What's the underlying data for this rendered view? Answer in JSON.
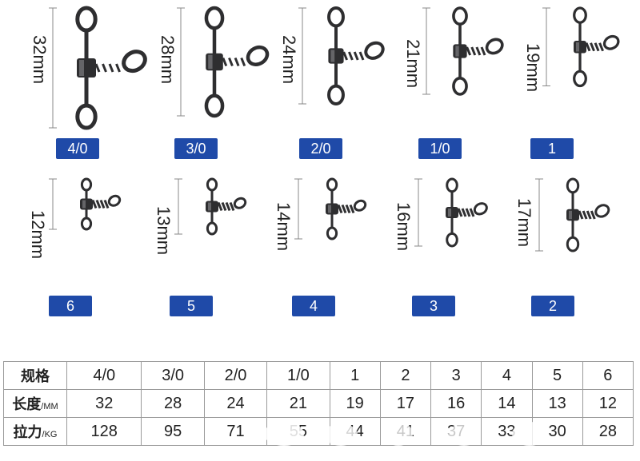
{
  "swivels": [
    {
      "size": "4/0",
      "length_label": "32mm"
    },
    {
      "size": "3/0",
      "length_label": "28mm"
    },
    {
      "size": "2/0",
      "length_label": "24mm"
    },
    {
      "size": "1/0",
      "length_label": "21mm"
    },
    {
      "size": "1",
      "length_label": "19mm"
    },
    {
      "size": "6",
      "length_label": "12mm"
    },
    {
      "size": "5",
      "length_label": "13mm"
    },
    {
      "size": "4",
      "length_label": "14mm"
    },
    {
      "size": "3",
      "length_label": "16mm"
    },
    {
      "size": "2",
      "length_label": "17mm"
    }
  ],
  "table": {
    "rows": [
      {
        "label": "规格",
        "unit": "",
        "values": [
          "4/0",
          "3/0",
          "2/0",
          "1/0",
          "1",
          "2",
          "3",
          "4",
          "5",
          "6"
        ]
      },
      {
        "label": "长度",
        "unit": "/MM",
        "values": [
          "32",
          "28",
          "24",
          "21",
          "19",
          "17",
          "16",
          "14",
          "13",
          "12"
        ]
      },
      {
        "label": "拉力",
        "unit": "/KG",
        "values": [
          "128",
          "95",
          "71",
          "55",
          "44",
          "41",
          "37",
          "33",
          "30",
          "28"
        ]
      }
    ]
  },
  "colors": {
    "badge": "#1f4aa8",
    "metal_dark": "#2e2e30",
    "metal_light": "#8a8a8e"
  }
}
